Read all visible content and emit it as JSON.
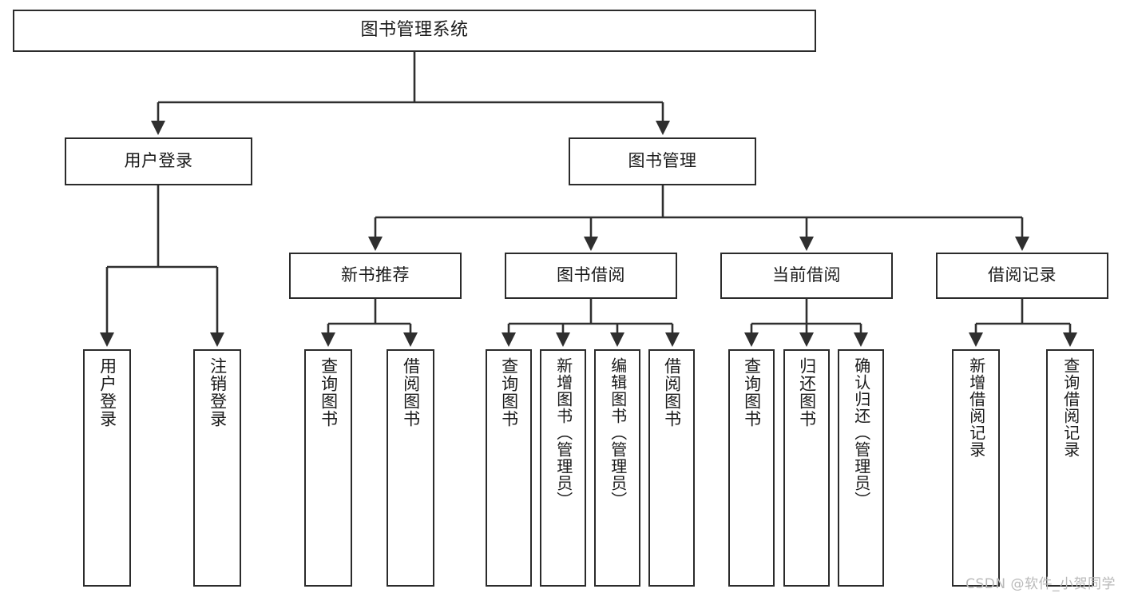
{
  "diagram": {
    "title": "图书管理系统",
    "type": "tree-hierarchy",
    "watermark": "CSDN @软件_小贺同学",
    "colors": {
      "box_border": "#2b2b2b",
      "box_fill": "#ffffff",
      "edge": "#2f2f2f",
      "text": "#1a1a1a",
      "watermark": "#b9b9b9"
    },
    "root": {
      "label": "图书管理系统"
    },
    "level2": [
      {
        "label": "用户登录"
      },
      {
        "label": "图书管理"
      }
    ],
    "level3": [
      {
        "label": "新书推荐"
      },
      {
        "label": "图书借阅"
      },
      {
        "label": "当前借阅"
      },
      {
        "label": "借阅记录"
      }
    ],
    "leaves": {
      "user_login": [
        {
          "label": "用户登录"
        },
        {
          "label": "注销登录"
        }
      ],
      "new_book_recommend": [
        {
          "label": "查询图书"
        },
        {
          "label": "借阅图书"
        }
      ],
      "book_borrow": [
        {
          "label": "查询图书"
        },
        {
          "label": "新增图书（管理员）"
        },
        {
          "label": "编辑图书（管理员）"
        },
        {
          "label": "借阅图书"
        }
      ],
      "current_borrow": [
        {
          "label": "查询图书"
        },
        {
          "label": "归还图书"
        },
        {
          "label": "确认归还（管理员）"
        }
      ],
      "borrow_record": [
        {
          "label": "新增借阅记录"
        },
        {
          "label": "查询借阅记录"
        }
      ]
    }
  }
}
